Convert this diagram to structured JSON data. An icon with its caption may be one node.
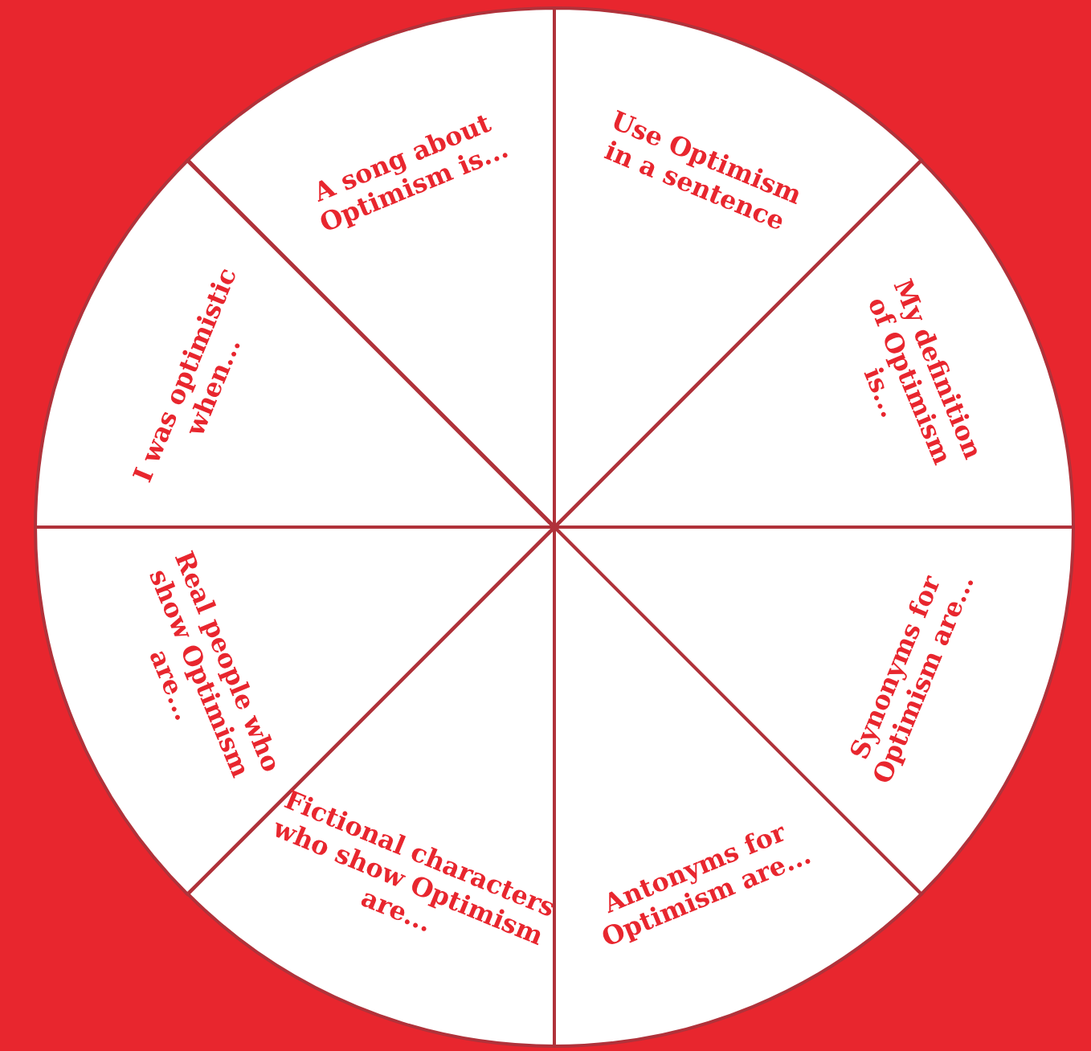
{
  "diagram": {
    "nodes": [
      {
        "text": [
          "A song about Optimism is..."
        ]
      },
      {
        "text": [
          "Use Optimism in a sentence"
        ]
      },
      {
        "text": [
          "I was optimistic when..."
        ]
      },
      {
        "text": [
          "My definition of Optimism is..."
        ]
      },
      {
        "text": [
          "Real people who show Optimism are..."
        ]
      },
      {
        "text": [
          "Synonyms for Optimism are..."
        ]
      },
      {
        "text": [
          "Fictional characters who show Optimism are..."
        ]
      },
      {
        "text": [
          "Antonyms for Optimism are..."
        ]
      }
    ]
  }
}
